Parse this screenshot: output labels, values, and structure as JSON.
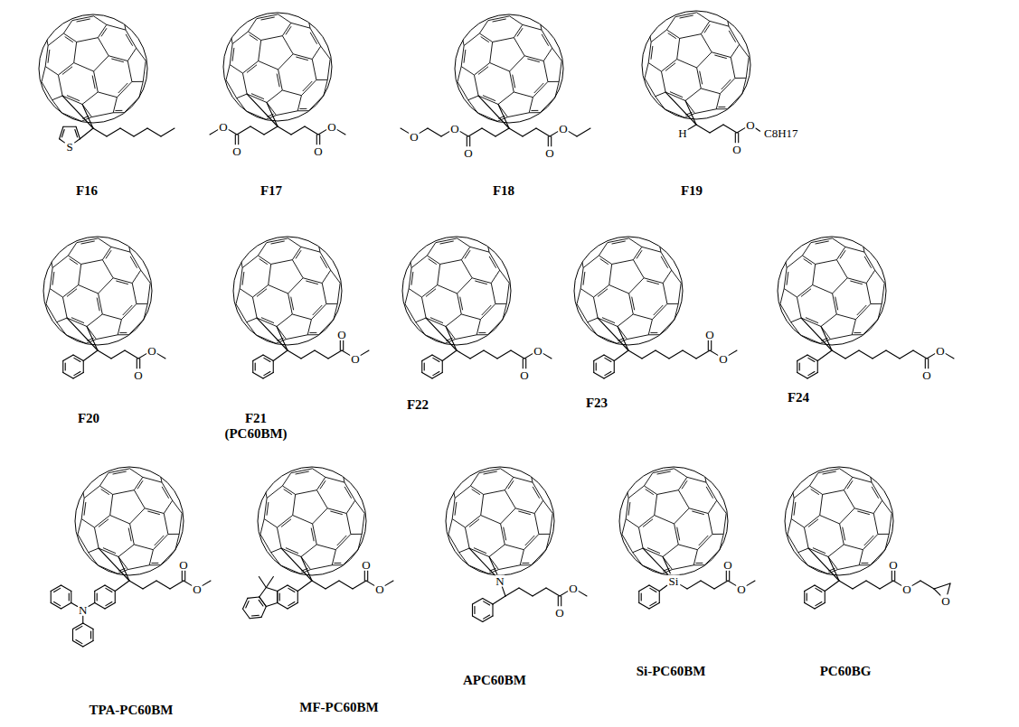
{
  "diagram": {
    "labels": [
      "S",
      "F16",
      "O",
      "O",
      "O",
      "O",
      "F17",
      "O",
      "O",
      "O",
      "O",
      "O",
      "F18",
      "H",
      "O",
      "O",
      "C8H17",
      "F19",
      "O",
      "O",
      "F20",
      "O",
      "O",
      "F21 (PC60BM)",
      "O",
      "O",
      "F22",
      "O",
      "O",
      "F23",
      "O",
      "O",
      "F24",
      "N",
      "O",
      "O",
      "TPA-PC60BM",
      "O",
      "O",
      "MF-PC60BM",
      "N",
      "O",
      "O",
      "APC60BM",
      "Si",
      "O",
      "O",
      "Si-PC60BM",
      "O",
      "O",
      "O",
      "PC60BG"
    ]
  }
}
